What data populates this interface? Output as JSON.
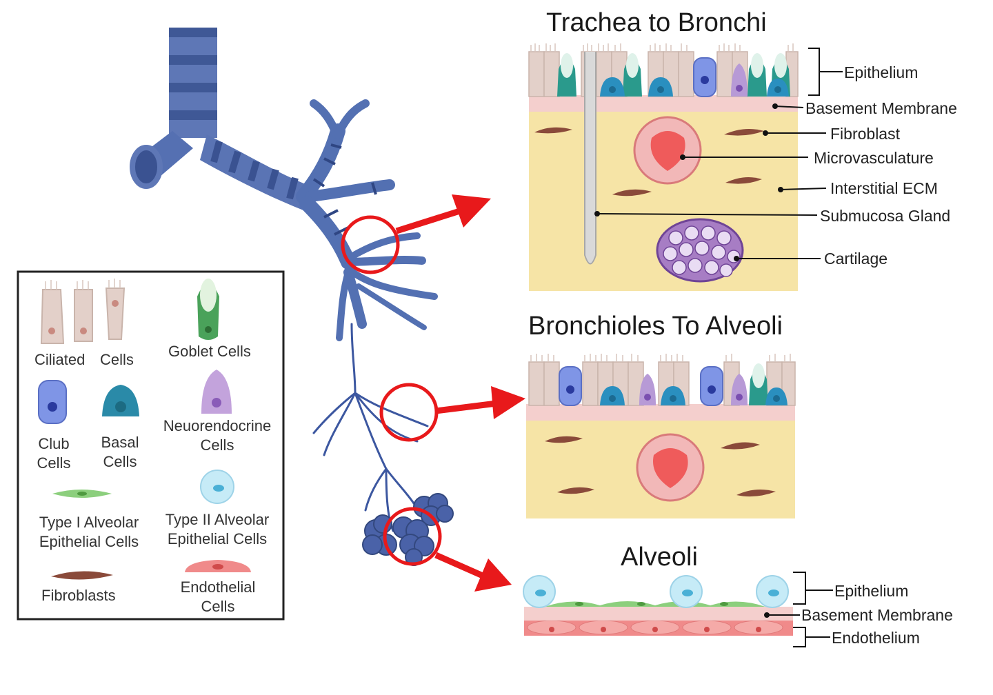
{
  "sections": {
    "trachea": {
      "title": "Trachea to Bronchi",
      "labels": {
        "epithelium": "Epithelium",
        "basement_membrane": "Basement Membrane",
        "fibroblast": "Fibroblast",
        "microvasculature": "Microvasculature",
        "interstitial_ecm": "Interstitial ECM",
        "submucosa_gland": "Submucosa Gland",
        "cartilage": "Cartilage"
      }
    },
    "bronchioles": {
      "title": "Bronchioles To Alveoli"
    },
    "alveoli": {
      "title": "Alveoli",
      "labels": {
        "epithelium": "Epithelium",
        "basement_membrane": "Basement Membrane",
        "endothelium": "Endothelium"
      }
    }
  },
  "legend": {
    "ciliated_1": "Ciliated",
    "ciliated_2": "Cells",
    "goblet": "Goblet Cells",
    "club_1": "Club",
    "club_2": "Cells",
    "basal_1": "Basal",
    "basal_2": "Cells",
    "neuro_1": "Neuorendocrine",
    "neuro_2": "Cells",
    "type1_1": "Type I Alveolar",
    "type1_2": "Epithelial Cells",
    "type2_1": "Type II Alveolar",
    "type2_2": "Epithelial Cells",
    "fibro": "Fibroblasts",
    "endo_1": "Endothelial",
    "endo_2": "Cells"
  },
  "colors": {
    "airway": "#4a66a8",
    "airway_dark": "#33487e",
    "highlight": "#e8191b",
    "interstitium": "#f6e4a6",
    "basement": "#f4cfcd",
    "ciliated": "#e3d0c9",
    "goblet": "#2a9a8c",
    "club": "#7f95e6",
    "basal": "#2a8fbf",
    "neuroendocrine": "#b79ad6",
    "fibroblast": "#8a4a3a",
    "vessel": "#ef5b5b",
    "cartilage": "#a77dc4",
    "type1": "#8ccf7d",
    "type2": "#c6ebf7",
    "endothelial": "#f08a8a"
  }
}
